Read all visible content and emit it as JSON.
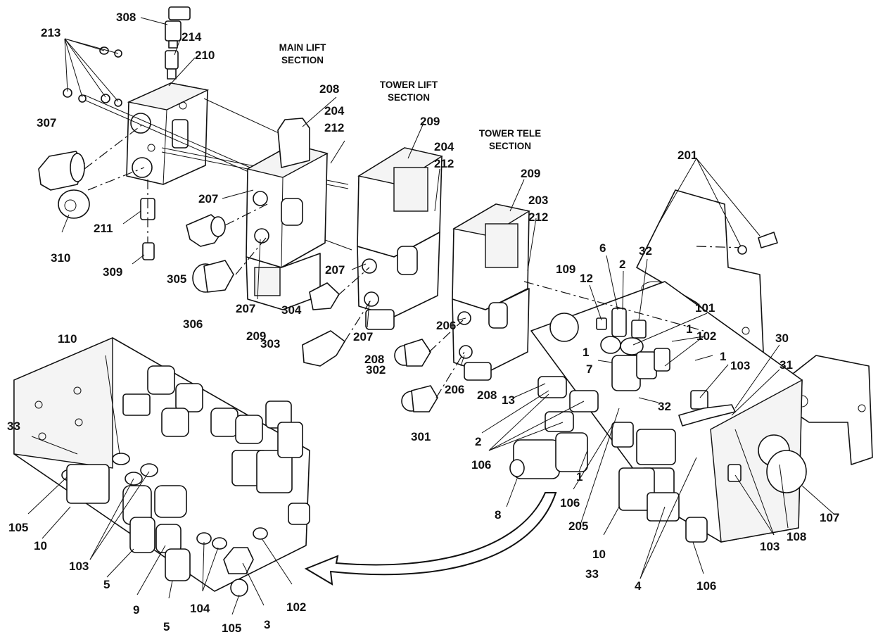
{
  "sections": {
    "main_lift": [
      "MAIN LIFT",
      "SECTION"
    ],
    "tower_lift": [
      "TOWER LIFT",
      "SECTION"
    ],
    "tower_tele": [
      "TOWER TELE",
      "SECTION"
    ]
  },
  "callouts": {
    "c213": "213",
    "c308": "308",
    "c214": "214",
    "c210": "210",
    "c307": "307",
    "c310": "310",
    "c211": "211",
    "c309": "309",
    "c305": "305",
    "c306": "306",
    "c207a": "207",
    "c207b": "207",
    "c207c": "207",
    "c207d": "207",
    "c208a": "208",
    "c204a": "204",
    "c212a": "212",
    "c209a": "209",
    "c204b": "204",
    "c212b": "212",
    "c209b": "209",
    "c203": "203",
    "c212c": "212",
    "c209c": "209",
    "c304": "304",
    "c303": "303",
    "c208b": "208",
    "c206a": "206",
    "c302": "302",
    "c206b": "206",
    "c208c": "208",
    "c301": "301",
    "c201": "201",
    "c6": "6",
    "c2a": "2",
    "c32a": "32",
    "c109": "109",
    "c12": "12",
    "c101": "101",
    "c1a": "1",
    "c102a": "102",
    "c1b": "1",
    "c1c": "1",
    "c30": "30",
    "c103a": "103",
    "c31": "31",
    "c7": "7",
    "c32b": "32",
    "c13": "13",
    "c2b": "2",
    "c106a": "106",
    "c1d": "1",
    "c106b": "106",
    "c8": "8",
    "c205": "205",
    "c10a": "10",
    "c33a": "33",
    "c4": "4",
    "c106c": "106",
    "c107": "107",
    "c108": "108",
    "c103b": "103",
    "c110": "110",
    "c33b": "33",
    "c105a": "105",
    "c10b": "10",
    "c103c": "103",
    "c5a": "5",
    "c9": "9",
    "c5b": "5",
    "c104": "104",
    "c105b": "105",
    "c3": "3",
    "c102b": "102"
  }
}
